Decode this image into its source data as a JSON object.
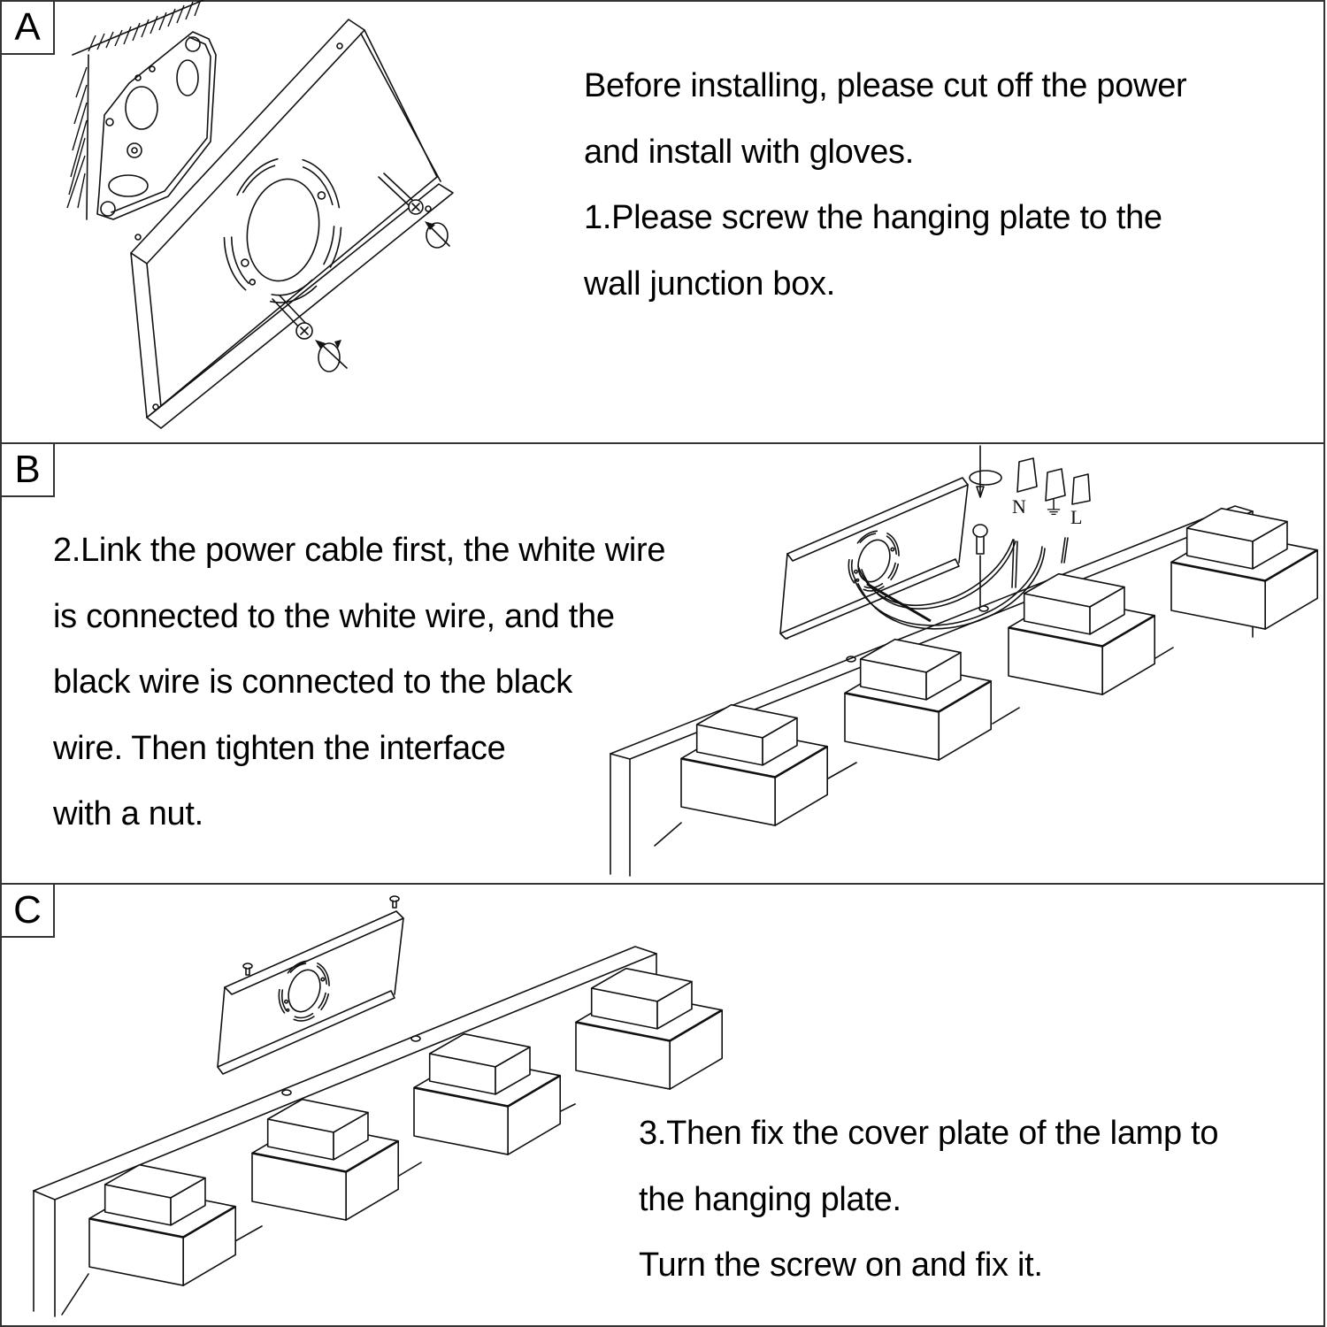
{
  "document": {
    "type": "installation-instructions",
    "subject": "wall vanity light fixture (4 lamps)"
  },
  "steps": [
    {
      "label": "A",
      "lines": [
        "Before installing, please cut off the power",
        "and install with gloves.",
        "1.Please screw the hanging plate to the",
        "wall junction box."
      ],
      "illustration": "hanging plate screwed to wall junction box"
    },
    {
      "label": "B",
      "lines": [
        "2.Link the power cable first, the white wire",
        "is connected to the white wire, and the",
        "black wire is connected to the black",
        "wire. Then tighten the interface",
        "with a nut."
      ],
      "illustration": "wiring the fixture with wire nuts",
      "wire_labels": [
        "N",
        "⏚",
        "L"
      ]
    },
    {
      "label": "C",
      "lines": [
        "3.Then fix the cover plate of the lamp to",
        "the hanging plate.",
        "Turn the screw on and fix it."
      ],
      "illustration": "fixture cover plate attached to hanging plate"
    }
  ],
  "colors": {
    "ink": "#111111",
    "border": "#333333",
    "background": "#ffffff"
  }
}
